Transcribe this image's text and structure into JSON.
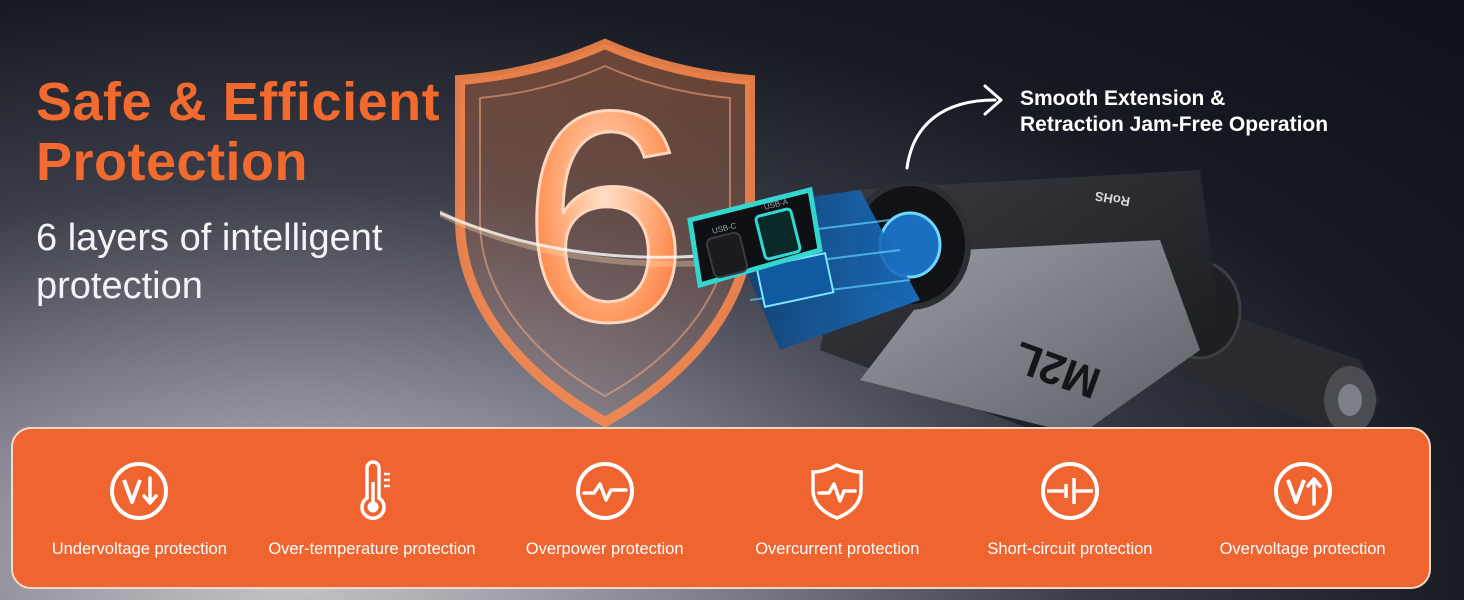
{
  "hero": {
    "headline_line1": "Safe & Efficient",
    "headline_line2": "Protection",
    "subline_line1": "6 layers of intelligent",
    "subline_line2": "protection",
    "shield_number": "6"
  },
  "callout": {
    "line1": "Smooth Extension &",
    "line2": "Retraction Jam-Free Operation"
  },
  "product": {
    "brand_mark": "M2L",
    "port_label_c": "USB-C",
    "port_label_a": "USB-A",
    "cert_mark": "RoHS"
  },
  "features": [
    {
      "label": "Undervoltage protection",
      "icon": "undervoltage-icon"
    },
    {
      "label": "Over-temperature protection",
      "icon": "thermometer-icon"
    },
    {
      "label": "Overpower protection",
      "icon": "overpower-icon"
    },
    {
      "label": "Overcurrent protection",
      "icon": "overcurrent-shield-icon"
    },
    {
      "label": "Short-circuit protection",
      "icon": "short-circuit-icon"
    },
    {
      "label": "Overvoltage protection",
      "icon": "overvoltage-icon"
    }
  ],
  "colors": {
    "accent": "#f06430",
    "headline": "#f26a2e",
    "background_dark": "#0e1118",
    "port_glow": "#34d6d0"
  }
}
